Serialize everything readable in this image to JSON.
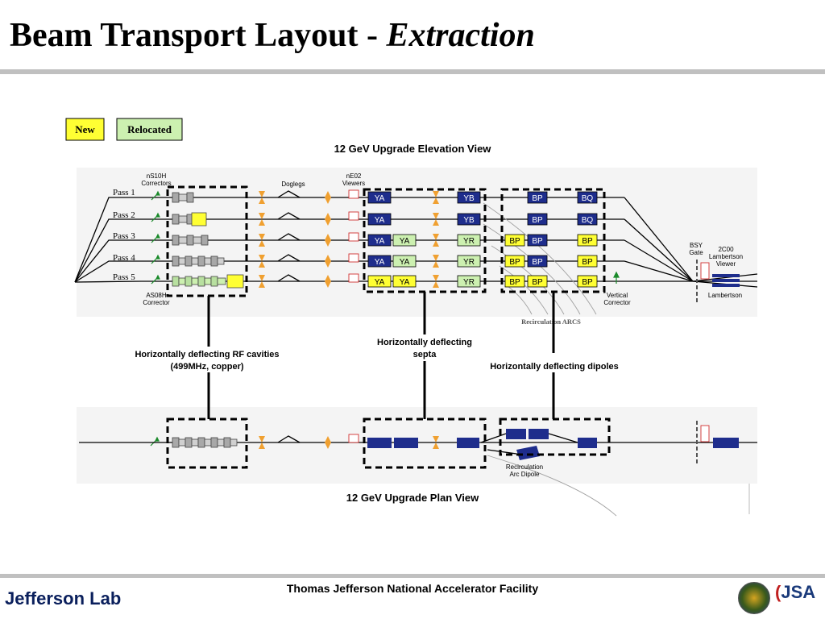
{
  "title": {
    "main": "Beam Transport Layout - ",
    "italic": "Extraction"
  },
  "footer": {
    "center": "Thomas Jefferson National Accelerator Facility",
    "logo": "Jefferson Lab",
    "partner_logo": "JSA"
  },
  "legend": {
    "new": "New",
    "relocated": "Relocated"
  },
  "colors": {
    "new": "#ffff33",
    "relocated": "#ccf0b0",
    "magnet": "#1e2d8c",
    "dashed_box": "#000000",
    "beamline": "#000000",
    "corrector": "#1a8a2a"
  },
  "elevation": {
    "title": "12 GeV Upgrade Elevation View",
    "passes": [
      "Pass 1",
      "Pass 2",
      "Pass 3",
      "Pass 4",
      "Pass 5"
    ],
    "labels": {
      "ns10h": "nS10H",
      "correctors": "Correctors",
      "doglegs": "Doglegs",
      "ne02": "nE02",
      "viewers": "Viewers",
      "as08h": "AS08H",
      "corrector": "Corrector",
      "vertical": "Vertical",
      "vcorrector": "Corrector",
      "bsy": "BSY",
      "gate": "Gate",
      "c2c00": "2C00",
      "lamb_viewer_1": "Lambertson",
      "lamb_viewer_2": "Viewer",
      "lambertson": "Lambertson",
      "recirc_arcs": "Recirculation ARCS"
    },
    "septa_rows": [
      {
        "left": [
          "YA"
        ],
        "right": [
          "YB"
        ],
        "left_new": false
      },
      {
        "left": [
          "YA"
        ],
        "right": [
          "YB"
        ],
        "left_new": false
      },
      {
        "left": [
          "YA",
          "YA"
        ],
        "right": [
          "YR"
        ],
        "left_new": false
      },
      {
        "left": [
          "YA",
          "YA"
        ],
        "right": [
          "YR"
        ],
        "left_new": false
      },
      {
        "left": [
          "YA",
          "YA"
        ],
        "right": [
          "YR"
        ],
        "left_new": true
      }
    ],
    "dipole_rows": [
      {
        "left": [
          "BP"
        ],
        "right": [
          "BQ"
        ]
      },
      {
        "left": [
          "BP"
        ],
        "right": [
          "BQ"
        ]
      },
      {
        "left": [
          "BP",
          "BP"
        ],
        "right": [
          "BP"
        ]
      },
      {
        "left": [
          "BP",
          "BP"
        ],
        "right": [
          "BP"
        ]
      },
      {
        "left": [
          "BP",
          "BP"
        ],
        "right": [
          "BP"
        ]
      }
    ]
  },
  "callouts": {
    "rf_1": "Horizontally deflecting RF cavities",
    "rf_2": "(499MHz, copper)",
    "septa_1": "Horizontally deflecting",
    "septa_2": "septa",
    "dipoles": "Horizontally deflecting dipoles"
  },
  "plan": {
    "title": "12 GeV Upgrade Plan View",
    "arc_dipole_1": "Recirculation",
    "arc_dipole_2": "Arc Dipole"
  }
}
